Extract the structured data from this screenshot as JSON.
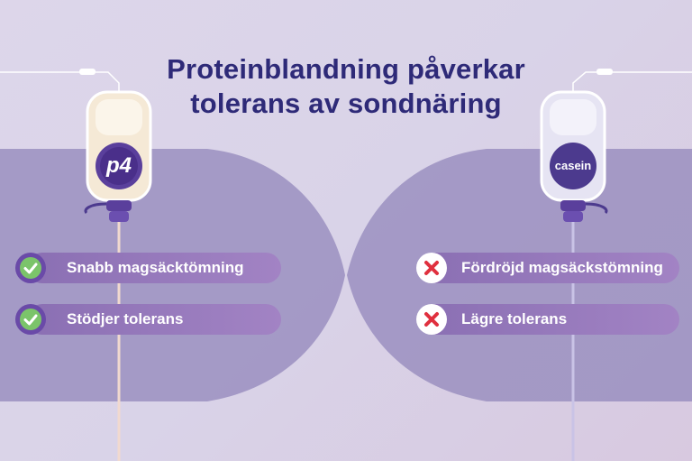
{
  "title": {
    "line1": "Proteinblandning påverkar",
    "line2": "tolerans av sondnäring"
  },
  "left_bag": {
    "label": "p4",
    "badge_color": "#5a3f9c"
  },
  "right_bag": {
    "label": "casein",
    "badge_color": "#4c3a8e"
  },
  "left_benefits": [
    {
      "label": "Snabb magsäcktömning",
      "icon": "check-icon"
    },
    {
      "label": "Stödjer tolerans",
      "icon": "check-icon"
    }
  ],
  "right_drawbacks": [
    {
      "label": "Fördröjd magsäckstömning",
      "icon": "cross-icon"
    },
    {
      "label": "Lägre tolerans",
      "icon": "cross-icon"
    }
  ],
  "colors": {
    "title": "#2e2a78",
    "pill": "#9a7dc0",
    "check": "#7bc46a",
    "cross": "#e0303e",
    "shape": "#9a8fc0"
  }
}
